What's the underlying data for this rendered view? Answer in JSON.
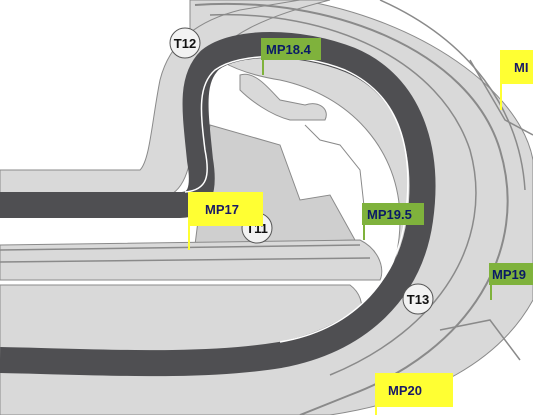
{
  "colors": {
    "track": "#4f4f52",
    "runoff": "#d9d9d9",
    "outline": "#8a8a8a",
    "background": "#ffffff",
    "marker_yellow": "#ffff33",
    "marker_green": "#7fb23c",
    "label_yellow_text": "#1a1a66",
    "label_green_text": "#0a1a66",
    "turn_fill": "#f2f2f2"
  },
  "turns": [
    "T12",
    "T11",
    "T13"
  ],
  "markers": {
    "mp17": "MP17",
    "mp18_4": "MP18.4",
    "mp19_5": "MP19.5",
    "mp19_partial": "MP19",
    "mp20": "MP20",
    "mp_edge_partial": "MI"
  }
}
